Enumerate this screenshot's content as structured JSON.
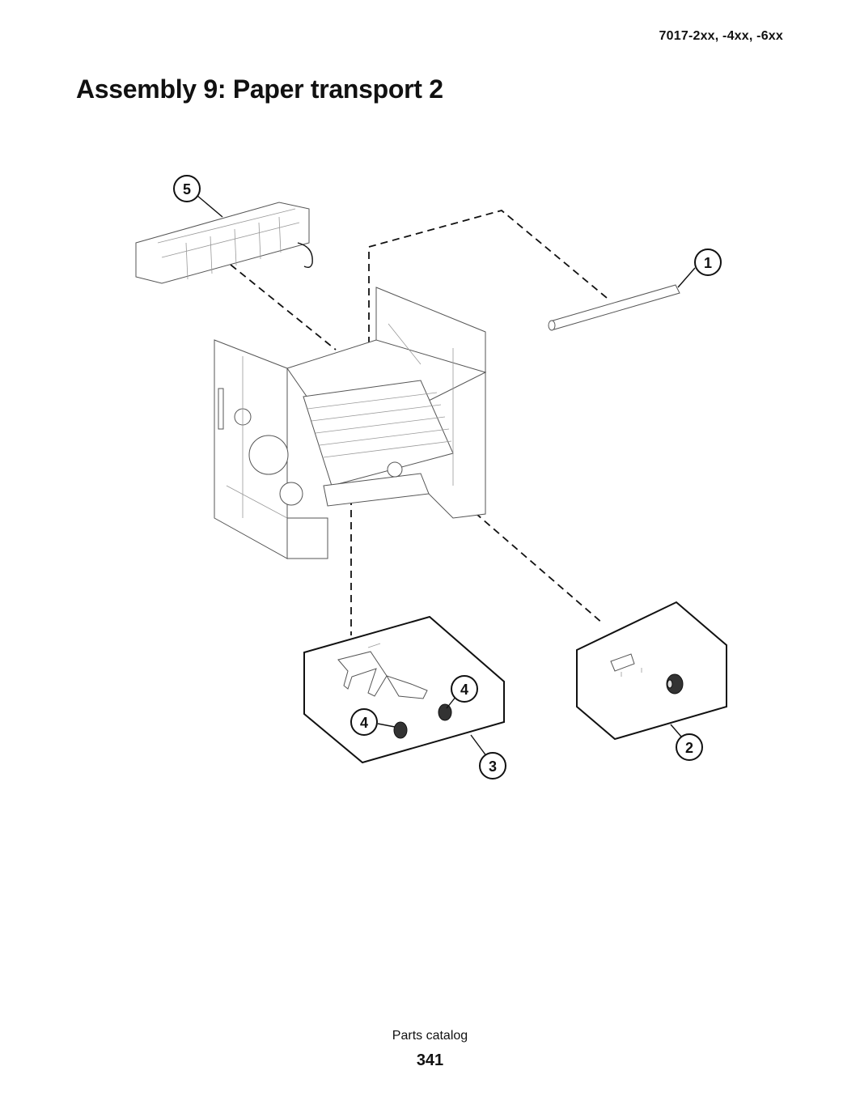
{
  "header": {
    "model": "7017-2xx, -4xx, -6xx"
  },
  "page_title": "Assembly 9: Paper transport 2",
  "callouts": [
    "1",
    "2",
    "3",
    "4",
    "4",
    "5"
  ],
  "footer": {
    "label": "Parts catalog",
    "page_number": "341"
  }
}
